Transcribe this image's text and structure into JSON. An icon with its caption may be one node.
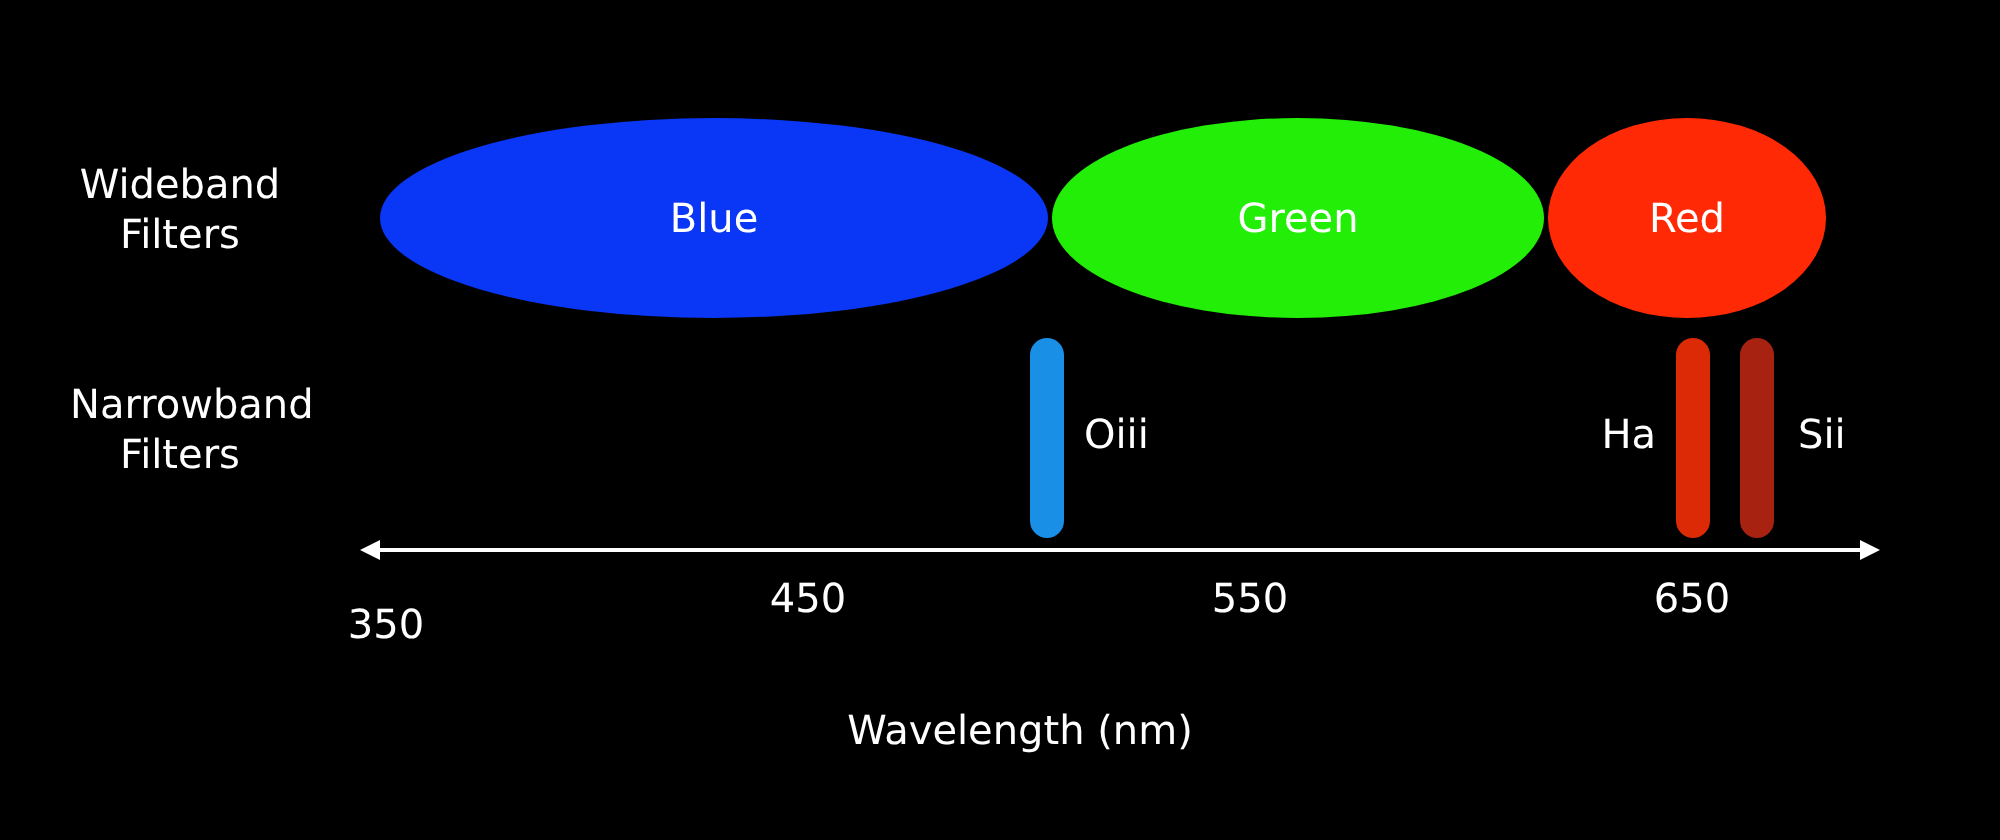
{
  "diagram": {
    "nodes": [
      {
        "text": [
          "Blue"
        ]
      },
      {
        "text": [
          "Green"
        ]
      },
      {
        "text": [
          "Red"
        ]
      },
      {
        "text": [],
        "shape": "bar",
        "beside": [
          "Oiii"
        ]
      },
      {
        "text": [],
        "shape": "bar",
        "beside": [
          "Ha"
        ]
      },
      {
        "text": [],
        "shape": "bar",
        "beside": [
          "Sii"
        ]
      }
    ],
    "edges": [],
    "labels": [
      "Wideband Filters",
      "Narrowband Filters",
      "350",
      "450",
      "550",
      "650",
      "Wavelength (nm)"
    ]
  }
}
